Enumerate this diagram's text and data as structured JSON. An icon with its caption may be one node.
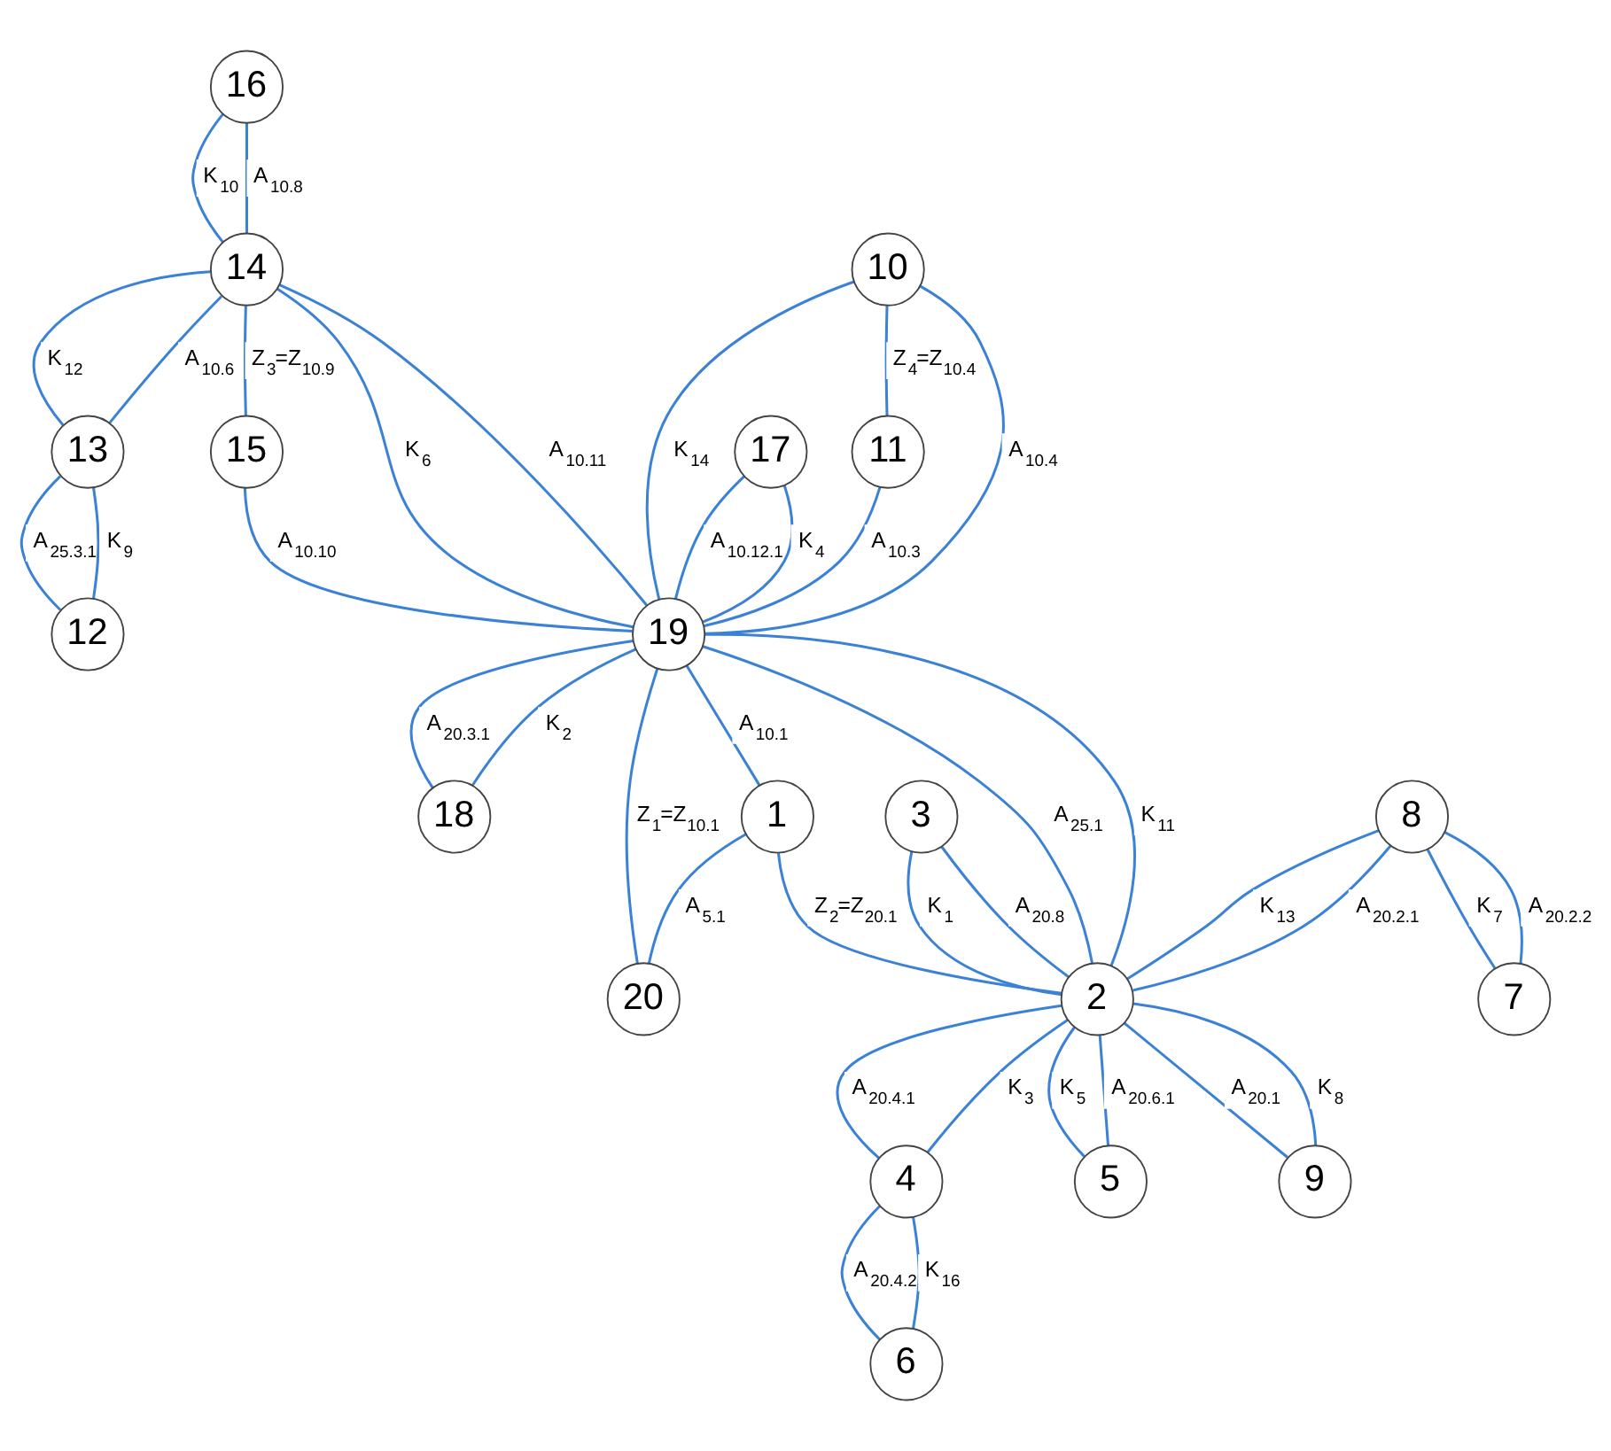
{
  "diagram": {
    "nodes": [
      {
        "text": [
          "16"
        ]
      },
      {
        "text": [
          "13"
        ]
      },
      {
        "text": [
          "12"
        ]
      },
      {
        "text": [
          "14"
        ]
      },
      {
        "text": [
          "10"
        ]
      },
      {
        "text": [
          "11"
        ]
      },
      {
        "text": [
          "15"
        ]
      },
      {
        "text": [
          "19"
        ]
      },
      {
        "text": [
          "17"
        ]
      },
      {
        "text": [
          "18"
        ]
      },
      {
        "text": [
          "3"
        ]
      },
      {
        "text": [
          "1"
        ]
      },
      {
        "text": [
          "20"
        ]
      },
      {
        "text": [
          "8"
        ]
      },
      {
        "text": [
          "2"
        ]
      },
      {
        "text": [
          "4"
        ]
      },
      {
        "text": [
          "7"
        ]
      },
      {
        "text": [
          "5"
        ]
      },
      {
        "text": [
          "9"
        ]
      },
      {
        "text": [
          "6"
        ]
      }
    ],
    "edges": [
      {
        "from": 0,
        "to": 3,
        "arrow": "none",
        "label": "K$_{10}$"
      },
      {
        "from": 0,
        "to": 3,
        "arrow": "none",
        "label": "A$_{10.8}$"
      },
      {
        "from": 3,
        "to": 1,
        "arrow": "none",
        "label": "K$_{12}$"
      },
      {
        "from": 3,
        "to": 1,
        "arrow": "none",
        "label": "A$_{10.6}$"
      },
      {
        "from": 1,
        "to": 2,
        "arrow": "none",
        "label": "A$_{25.3.1}$"
      },
      {
        "from": 1,
        "to": 2,
        "arrow": "none",
        "label": "K$_{9}$"
      },
      {
        "from": 4,
        "to": 5,
        "arrow": "none",
        "label": "Z$_{4}$=Z$_{10.4}$"
      },
      {
        "from": 4,
        "to": 7,
        "arrow": "none",
        "label": "A$_{10.4}$"
      },
      {
        "from": 4,
        "to": 7,
        "arrow": "none",
        "label": "K$_{14}$"
      },
      {
        "from": 5,
        "to": 7,
        "arrow": "none",
        "label": "A$_{10.3}$"
      },
      {
        "from": 3,
        "to": 7,
        "arrow": "none",
        "label": "K$_{6}$"
      },
      {
        "from": 3,
        "to": 7,
        "arrow": "none",
        "label": "A$_{10.11}$"
      },
      {
        "from": 3,
        "to": 6,
        "arrow": "none",
        "label": "Z$_{3}$=Z$_{10.9}$"
      },
      {
        "from": 6,
        "to": 7,
        "arrow": "none",
        "label": "A$_{10.10}$"
      },
      {
        "from": 8,
        "to": 7,
        "arrow": "none",
        "label": "A$_{10.12.1}$"
      },
      {
        "from": 8,
        "to": 7,
        "arrow": "none",
        "label": "K$_{4}$"
      },
      {
        "from": 7,
        "to": 9,
        "arrow": "none",
        "label": "A$_{20.3.1}$"
      },
      {
        "from": 7,
        "to": 9,
        "arrow": "none",
        "label": "K$_{2}$"
      },
      {
        "from": 7,
        "to": 12,
        "arrow": "none",
        "label": "Z$_{1}$=Z$_{10.1}$"
      },
      {
        "from": 7,
        "to": 11,
        "arrow": "none",
        "label": "A$_{10.1}$"
      },
      {
        "from": 11,
        "to": 12,
        "arrow": "none",
        "label": "A$_{5.1}$"
      },
      {
        "from": 7,
        "to": 14,
        "arrow": "none",
        "label": "A$_{25.1}$"
      },
      {
        "from": 7,
        "to": 14,
        "arrow": "none",
        "label": "K$_{11}$"
      },
      {
        "from": 11,
        "to": 14,
        "arrow": "none",
        "label": "Z$_{2}$=Z$_{20.1}$"
      },
      {
        "from": 10,
        "to": 14,
        "arrow": "none",
        "label": "K$_{1}$"
      },
      {
        "from": 10,
        "to": 14,
        "arrow": "none",
        "label": "A$_{20.8}$"
      },
      {
        "from": 13,
        "to": 14,
        "arrow": "none",
        "label": "K$_{13}$"
      },
      {
        "from": 13,
        "to": 14,
        "arrow": "none",
        "label": "A$_{20.2.1}$"
      },
      {
        "from": 14,
        "to": 15,
        "arrow": "none",
        "label": "A$_{20.4.1}$"
      },
      {
        "from": 14,
        "to": 15,
        "arrow": "none",
        "label": "K$_{3}$"
      },
      {
        "from": 15,
        "to": 19,
        "arrow": "none",
        "label": "A$_{20.4.2}$"
      },
      {
        "from": 15,
        "to": 19,
        "arrow": "none",
        "label": "K$_{16}$"
      },
      {
        "from": 13,
        "to": 16,
        "arrow": "none",
        "label": "K$_{7}$"
      },
      {
        "from": 13,
        "to": 16,
        "arrow": "none",
        "label": "A$_{20.2.2}$"
      },
      {
        "from": 14,
        "to": 17,
        "arrow": "none",
        "label": "K$_{5}$"
      },
      {
        "from": 14,
        "to": 17,
        "arrow": "none",
        "label": "A$_{20.6.1}$"
      },
      {
        "from": 14,
        "to": 18,
        "arrow": "none",
        "label": "A$_{20.1}$"
      },
      {
        "from": 14,
        "to": 18,
        "arrow": "none",
        "label": "K$_{8}$"
      }
    ]
  }
}
